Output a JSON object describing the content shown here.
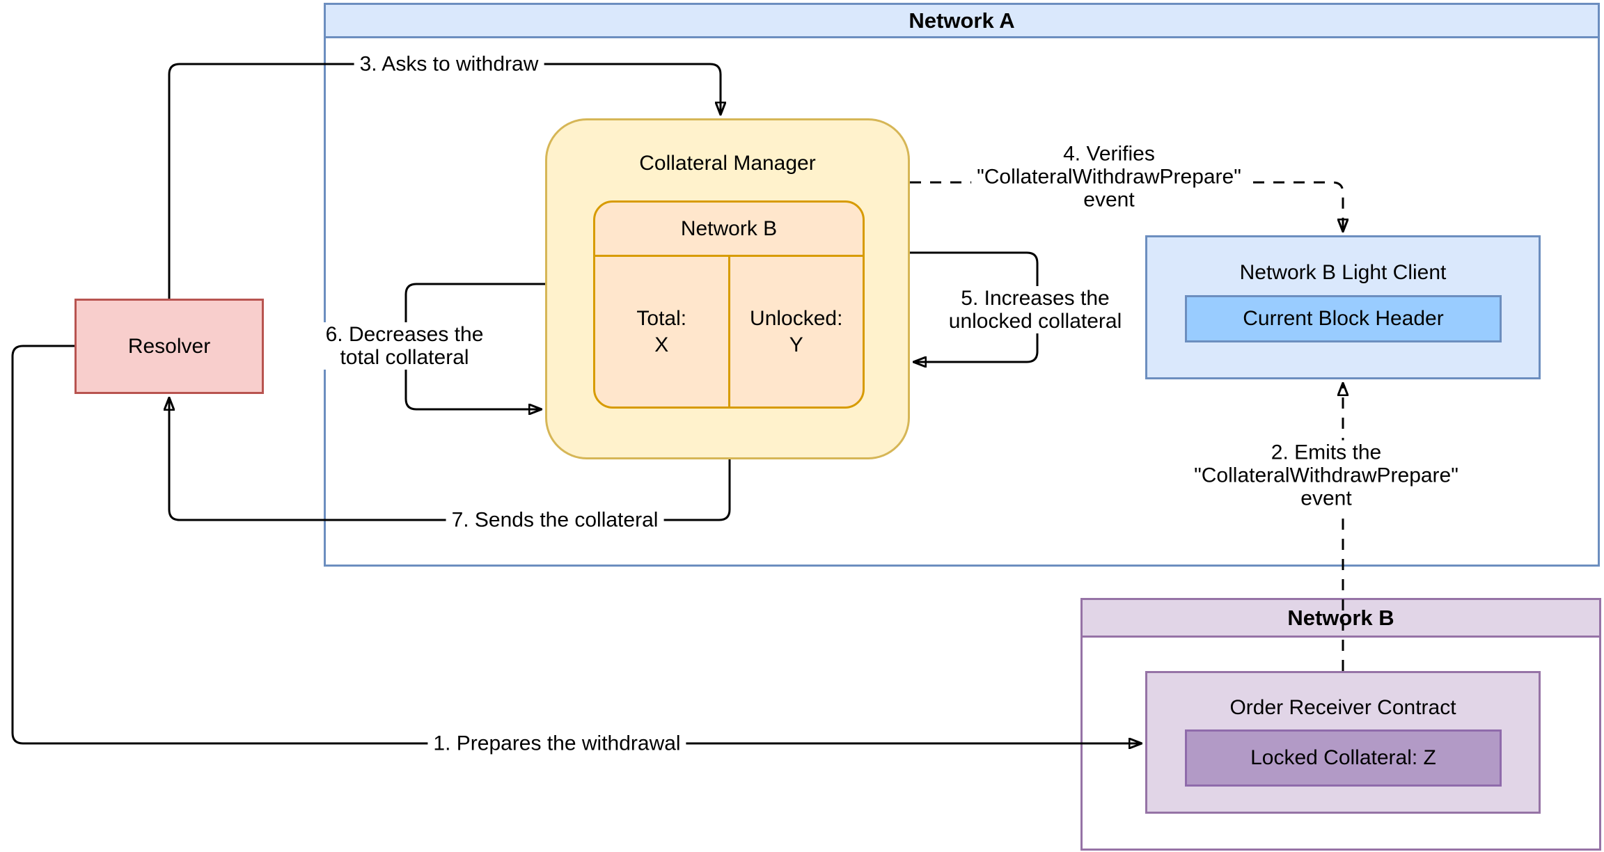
{
  "diagram": {
    "containers": {
      "network_a": {
        "title": "Network A"
      },
      "network_b": {
        "title": "Network B"
      }
    },
    "nodes": {
      "resolver": {
        "label": "Resolver"
      },
      "collateral_manager": {
        "title": "Collateral Manager",
        "table": {
          "header": "Network B",
          "cells": [
            {
              "label": "Total:",
              "value": "X"
            },
            {
              "label": "Unlocked:",
              "value": "Y"
            }
          ]
        }
      },
      "light_client": {
        "title": "Network B Light Client",
        "block_header": "Current Block Header"
      },
      "order_receiver": {
        "title": "Order Receiver Contract",
        "locked_collateral": "Locked Collateral: Z"
      }
    },
    "edges": {
      "e1": {
        "label": "1. Prepares the withdrawal"
      },
      "e2": {
        "lines": [
          "2. Emits the",
          "\"CollateralWithdrawPrepare\"",
          "event"
        ]
      },
      "e3": {
        "label": "3. Asks to withdraw"
      },
      "e4": {
        "lines": [
          "4. Verifies",
          "\"CollateralWithdrawPrepare\"",
          "event"
        ]
      },
      "e5": {
        "lines": [
          "5. Increases the",
          "unlocked collateral"
        ]
      },
      "e6": {
        "lines": [
          "6. Decreases the",
          "total collateral"
        ]
      },
      "e7": {
        "label": "7. Sends the collateral"
      }
    },
    "colors": {
      "blue_fill": "#dae8fc",
      "blue_stroke": "#6c8ebf",
      "block_header_fill": "#99ccff",
      "yellow_fill": "#fff2cc",
      "yellow_stroke": "#d6b656",
      "orange_fill": "#ffe6cc",
      "orange_stroke": "#d79b00",
      "red_fill": "#f8cecc",
      "red_stroke": "#b85450",
      "purple_fill": "#e1d5e7",
      "purple_stroke": "#9673a6",
      "locked_fill": "#b29ac6",
      "edge_stroke": "#000000"
    }
  }
}
